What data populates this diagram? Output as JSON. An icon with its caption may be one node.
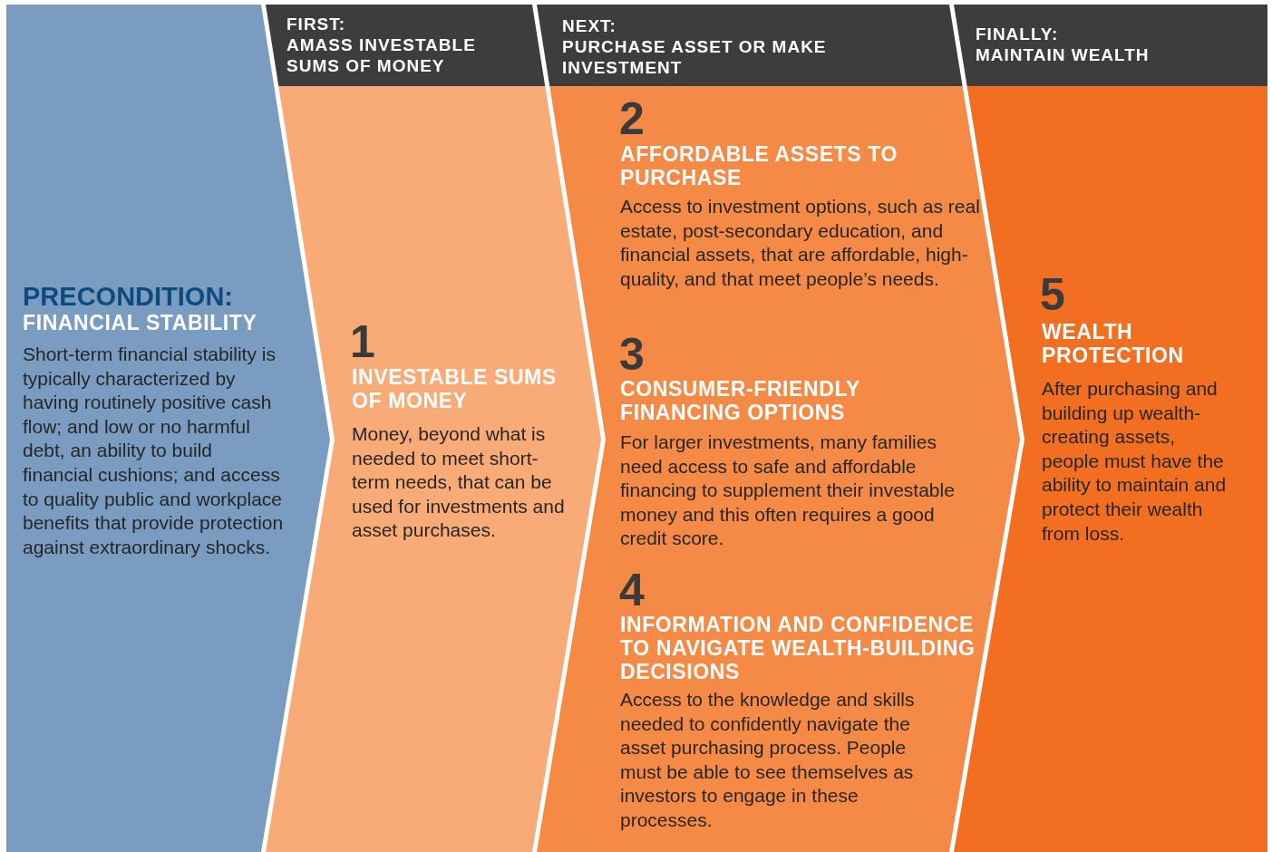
{
  "diagram": {
    "nodes": [
      {
        "text": [
          "PRECONDITION:",
          "FINANCIAL STABILITY",
          "Short-term financial stability is typically characterized by having routinely positive cash flow; and low or no harmful debt, an ability to build financial cushions; and access to quality public and workplace benefits that provide protection against extraordinary shocks."
        ]
      },
      {
        "text": [
          "FIRST:",
          "AMASS INVESTABLE SUMS OF MONEY"
        ]
      },
      {
        "text": [
          "1",
          "INVESTABLE SUMS OF MONEY",
          "Money, beyond what is needed to meet short-term needs, that can be used for investments and asset purchases."
        ]
      },
      {
        "text": [
          "NEXT:",
          "PURCHASE ASSET OR MAKE INVESTMENT"
        ]
      },
      {
        "text": [
          "2",
          "AFFORDABLE ASSETS TO PURCHASE",
          "Access to investment options, such as real estate, post-secondary education, and financial assets, that are affordable, high-quality, and that meet people’s needs.",
          "3",
          "CONSUMER-FRIENDLY FINANCING OPTIONS",
          "For larger investments, many families need access to safe and affordable financing to supplement their investable money and this often requires a good credit score.",
          "4",
          "INFORMATION AND CONFIDENCE TO NAVIGATE WEALTH-BUILDING DECISIONS",
          "Access to the knowledge and skills needed to confidently navigate the asset purchasing process. People must be able to see themselves as investors to engage in these processes."
        ]
      },
      {
        "text": [
          "FINALLY:",
          "MAINTAIN WEALTH"
        ]
      },
      {
        "text": [
          "5",
          "WEALTH PROTECTION",
          "After purchasing and building up wealth-creating assets, people must have the ability to maintain and protect their wealth from loss."
        ]
      }
    ]
  }
}
